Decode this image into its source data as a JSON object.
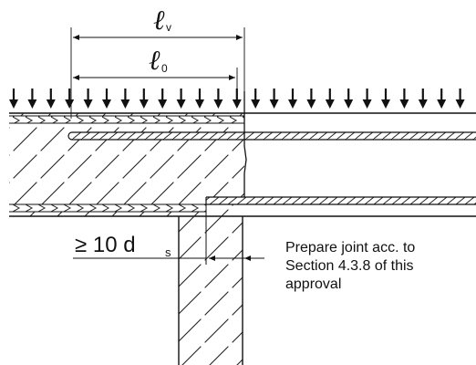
{
  "diagram": {
    "dim_lv": {
      "symbol": "ℓ",
      "subscript": "v"
    },
    "dim_l0": {
      "symbol": "ℓ",
      "subscript": "0"
    },
    "dim_min": {
      "prefix": "≥ 10 d",
      "subscript": "s"
    },
    "note_lines": [
      "Prepare joint acc. to",
      "Section 4.3.8 of this",
      "approval"
    ]
  }
}
